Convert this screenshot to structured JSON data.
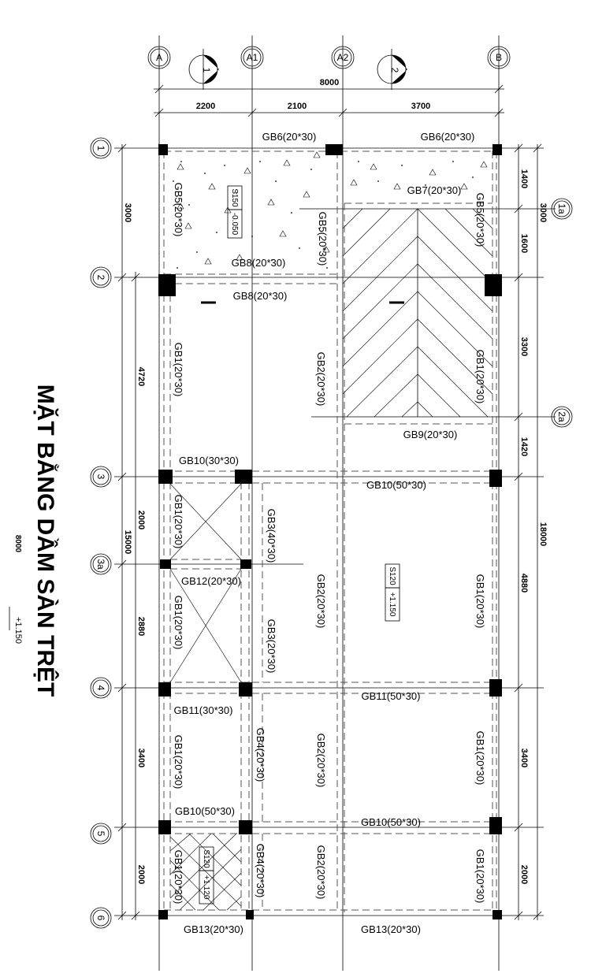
{
  "title": "MẶT BẰNG DẦM SÀN TRỆT",
  "axes_top": [
    "A",
    "A1",
    "A2",
    "B"
  ],
  "axes_left": [
    "1",
    "2",
    "3",
    "3a",
    "4",
    "5",
    "6"
  ],
  "axes_right": [
    "1a",
    "2a"
  ],
  "section_marks": [
    "1",
    "2"
  ],
  "dims_top": {
    "total": "8000",
    "d1": "2200",
    "d2": "2100",
    "d3": "3700"
  },
  "dims_left": {
    "d12": "3000",
    "d23": "4720",
    "d33a": "2000",
    "d3a4": "2880",
    "d45": "3400",
    "d56": "2000",
    "total_inner": "15000"
  },
  "dims_right": {
    "d1_1a": "1400",
    "d1a_2": "1600",
    "d1a2_sum": "3000",
    "d2_2a": "3300",
    "d2a_3": "1420",
    "d3_4": "4880",
    "d4_5": "3400",
    "d5_6": "2000",
    "total": "18000"
  },
  "beams": {
    "gb6_left": "GB6(20*30)",
    "gb6_right": "GB6(20*30)",
    "gb7": "GB7(20*30)",
    "gb5_left": "GB5(20*30)",
    "gb5_mid": "GB5(20*30)",
    "gb5_right": "GB5(20*30)",
    "gb8_a": "GB8(20*30)",
    "gb8_b": "GB8(20*30)",
    "gb1_a": "GB1(20*30)",
    "gb2_a": "GB2(20*30)",
    "gb1_right_a": "GB1(20*30)",
    "gb9": "GB9(20*30)",
    "gb10_a": "GB10(30*30)",
    "gb10_b": "GB10(50*30)",
    "gb1_b": "GB1(20*30)",
    "gb3_a": "GB3(40*30)",
    "gb2_b": "GB2(20*30)",
    "gb1_right_b": "GB1(20*30)",
    "gb12": "GB12(20*30)",
    "gb1_c": "GB1(20*30)",
    "gb3_b": "GB3(20*30)",
    "gb11_a": "GB11(30*30)",
    "gb11_b": "GB11(50*30)",
    "gb1_d": "GB1(20*30)",
    "gb4_a": "GB4(20*30)",
    "gb2_c": "GB2(20*30)",
    "gb1_right_c": "GB1(20*30)",
    "gb10_c": "GB10(50*30)",
    "gb10_d": "GB10(50*30)",
    "gb1_e": "GB1(20*30)",
    "gb4_b": "GB4(20*30)",
    "gb2_d": "GB2(20*30)",
    "gb1_right_d": "GB1(20*30)",
    "gb13_a": "GB13(20*30)",
    "gb13_b": "GB13(20*30)"
  },
  "slabs": {
    "s1_code": "S150",
    "s1_level": "-0.050",
    "s2_code": "S120",
    "s2_level": "+1.150",
    "s3_code": "S120",
    "s3_level": "+1.120"
  },
  "level_note": "+1.150",
  "side_note": "8000"
}
